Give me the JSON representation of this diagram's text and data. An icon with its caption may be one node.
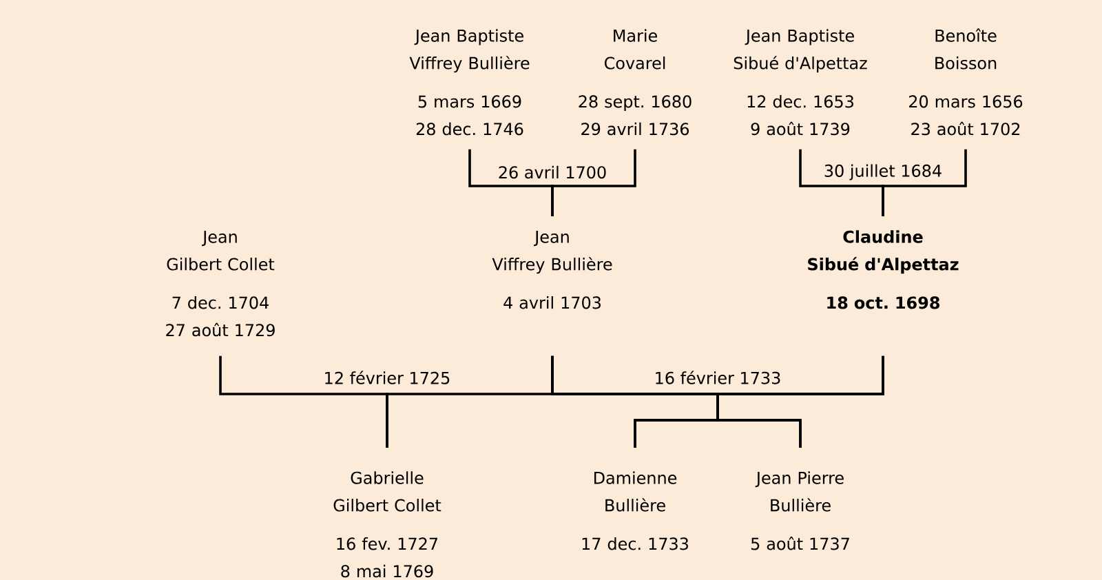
{
  "diagram": {
    "nodes": [
      {
        "text": [
          "Jean Baptiste",
          "Viffrey Bullière",
          "5 mars 1669",
          "28 dec. 1746"
        ]
      },
      {
        "text": [
          "Marie",
          "Covarel",
          "28 sept. 1680",
          "29 avril 1736"
        ]
      },
      {
        "text": [
          "Jean Baptiste",
          "Sibué d'Alpettaz",
          "12 dec. 1653",
          "9 août 1739"
        ]
      },
      {
        "text": [
          "Benoîte",
          "Boisson",
          "20 mars 1656",
          "23 août 1702"
        ]
      },
      {
        "text": [
          "Jean",
          "Gilbert Collet",
          "7 dec. 1704",
          "27 août 1729"
        ]
      },
      {
        "text": [
          "Jean",
          "Viffrey Bullière",
          "4 avril 1703"
        ]
      },
      {
        "text": [
          "Claudine",
          "Sibué d'Alpettaz",
          "18 oct. 1698"
        ]
      },
      {
        "text": [
          "Gabrielle",
          "Gilbert Collet",
          "16 fev. 1727",
          "8 mai 1769"
        ]
      },
      {
        "text": [
          "Damienne",
          "Bullière",
          "17 dec. 1733"
        ]
      },
      {
        "text": [
          "Jean Pierre",
          "Bullière",
          "5 août 1737"
        ]
      }
    ],
    "edges": [
      {
        "from": 0,
        "to": 5,
        "arrow": "none",
        "label": "26 avril 1700"
      },
      {
        "from": 1,
        "to": 5,
        "arrow": "none"
      },
      {
        "from": 2,
        "to": 6,
        "arrow": "none",
        "label": "30 juillet 1684"
      },
      {
        "from": 3,
        "to": 6,
        "arrow": "none"
      },
      {
        "from": 4,
        "to": 7,
        "arrow": "none",
        "label": "12 février 1725"
      },
      {
        "from": 5,
        "to": 7,
        "arrow": "none"
      },
      {
        "from": 5,
        "to": 8,
        "arrow": "none",
        "label": "16 février 1733"
      },
      {
        "from": 5,
        "to": 9,
        "arrow": "none"
      },
      {
        "from": 6,
        "to": 8,
        "arrow": "none"
      },
      {
        "from": 6,
        "to": 9,
        "arrow": "none"
      }
    ]
  }
}
